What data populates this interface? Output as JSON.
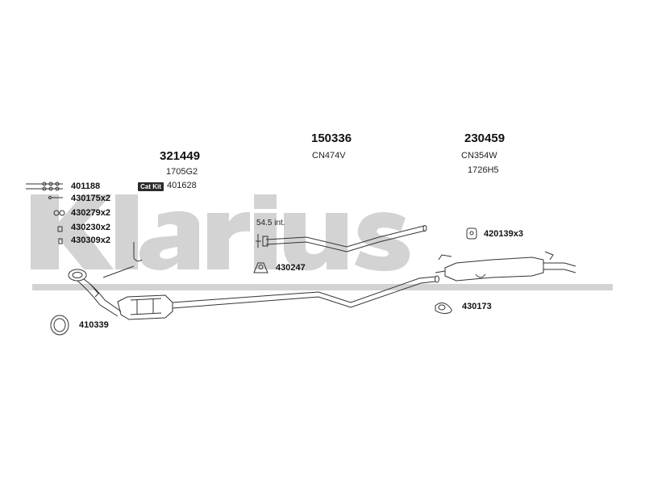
{
  "watermark": {
    "text": "Klarius",
    "color": "#d3d3d3"
  },
  "groups": [
    {
      "part": "321449",
      "code": "1705G2"
    },
    {
      "part": "150336",
      "code": "CN474V"
    },
    {
      "part": "230459",
      "code": "CN354W",
      "code2": "1726H5"
    }
  ],
  "catkit": {
    "label": "Cat Kit",
    "part": "401628"
  },
  "accessories_left": [
    "401188",
    "430175x2",
    "430279x2",
    "430230x2",
    "430309x2"
  ],
  "accessories": {
    "clamp_mid": "430247",
    "mount_right": "420139x3",
    "gasket_right": "430173",
    "gasket_left": "410339"
  },
  "note": "54.5 int."
}
